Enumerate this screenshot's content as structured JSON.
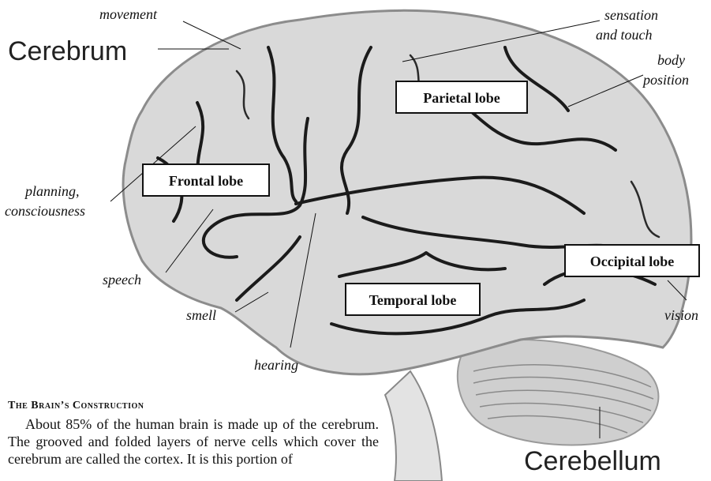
{
  "labels": {
    "cerebrum": "Cerebrum",
    "cerebellum": "Cerebellum"
  },
  "lobes": {
    "parietal": "Parietal lobe",
    "frontal": "Frontal lobe",
    "temporal": "Temporal lobe",
    "occipital": "Occipital lobe"
  },
  "functions": {
    "movement": "movement",
    "sensation_line1": "sensation",
    "sensation_line2": "and touch",
    "body_line1": "body",
    "body_line2": "position",
    "planning_line1": "planning,",
    "planning_line2": "consciousness",
    "speech": "speech",
    "smell": "smell",
    "hearing": "hearing",
    "vision": "vision"
  },
  "article": {
    "heading": "The Brain’s Construction",
    "body": "About 85% of the human brain is made up of the cerebrum. The grooved and folded layers of nerve cells which cover the cerebrum are called the cortex. It is this portion of"
  },
  "colors": {
    "brain_fill": "#d9d9d9",
    "stem_fill": "#e3e3e3",
    "sulcus": "#1b1b1b"
  }
}
